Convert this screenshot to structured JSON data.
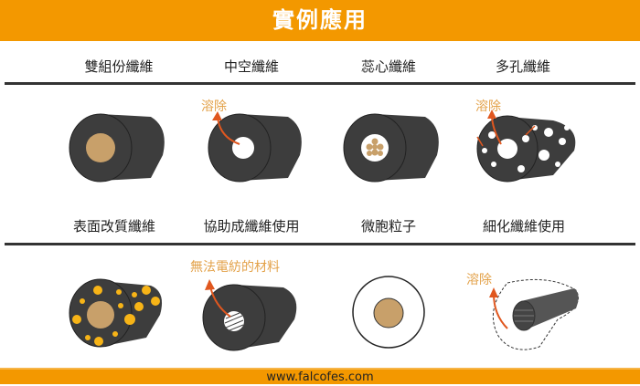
{
  "header": {
    "title": "實例應用"
  },
  "row1": {
    "labels": [
      "雙組份纖維",
      "中空纖維",
      "蕊心纖維",
      "多孔纖維"
    ]
  },
  "row2": {
    "labels": [
      "表面改質纖維",
      "協助成纖維使用",
      "微胞粒子",
      "細化纖維使用"
    ]
  },
  "notes": {
    "hollow": "溶除",
    "porous": "溶除",
    "assist": "無法電紡的材料",
    "refine": "溶除"
  },
  "footer": {
    "url": "www.falcofes.com"
  },
  "colors": {
    "accent": "#f39800",
    "fiber": "#3d3d3d",
    "core": "#c8a06a",
    "arrow": "#e0571f",
    "dot": "#f7b417"
  }
}
